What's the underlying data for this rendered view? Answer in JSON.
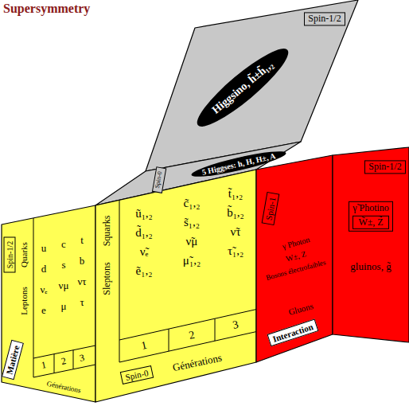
{
  "diagram": {
    "title": "Supersymmetry",
    "nodes": [
      {
        "text": [
          "Spin-1/2"
        ]
      },
      {
        "text": [
          "Higgsino, h̃±h̃₁,₂"
        ]
      },
      {
        "text": [
          "Spin-0"
        ]
      },
      {
        "text": [
          "5 Higgses: h, H, H±, A"
        ]
      },
      {
        "text": [
          "Spin-1/2"
        ]
      },
      {
        "text": [
          "Matière"
        ]
      },
      {
        "text": [
          "Spin-0"
        ]
      },
      {
        "text": [
          "Spin-1"
        ]
      },
      {
        "text": [
          "Interaction"
        ]
      },
      {
        "text": [
          "Spin-1/2"
        ]
      },
      {
        "text": [
          "γ̃ Photino"
        ]
      },
      {
        "text": [
          "W̃±, Z̃"
        ],
        "in": 10
      }
    ],
    "labels": [
      "Quarks",
      "Leptons",
      "u",
      "c",
      "t",
      "d",
      "s",
      "b",
      "νₑ",
      "νμ",
      "ντ",
      "e",
      "μ",
      "τ",
      "1",
      "2",
      "3",
      "Générations",
      "Squarks",
      "Sleptons",
      "ũ₁,₂",
      "c̃₁,₂",
      "t̃₁,₂",
      "d̃₁,₂",
      "s̃₁,₂",
      "b̃₁,₂",
      "ν̃ₑ",
      "ν̃μ",
      "ν̃τ",
      "ẽ₁,₂",
      "μ̃₁,₂",
      "τ̃₁,₂",
      "1",
      "2",
      "3",
      "Générations",
      "γ Photon",
      "W±, Z",
      "Bosons électrofaibles",
      "Gluons",
      "gluinos, g̃"
    ]
  }
}
